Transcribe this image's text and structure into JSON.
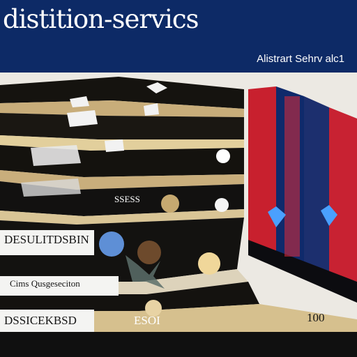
{
  "header": {
    "title": "distition-servics",
    "subtitle": "Alistrart Sehrv alc1",
    "color_bg": "#0d2a66"
  },
  "labels": {
    "row_label_1": "DESULITDSBIN",
    "row_label_2": "Cims Qusgeseciton",
    "row_label_3": "DSSICEKBSD",
    "bottom_value": "ESOI",
    "bottom_number": "100",
    "mid_text": "SSESS",
    "top_mark": "~~"
  },
  "colors": {
    "accent_red": "#c8202e",
    "accent_navy": "#0f2a6b",
    "band_gold": "#c8ad7a",
    "band_dark": "#15130f"
  }
}
